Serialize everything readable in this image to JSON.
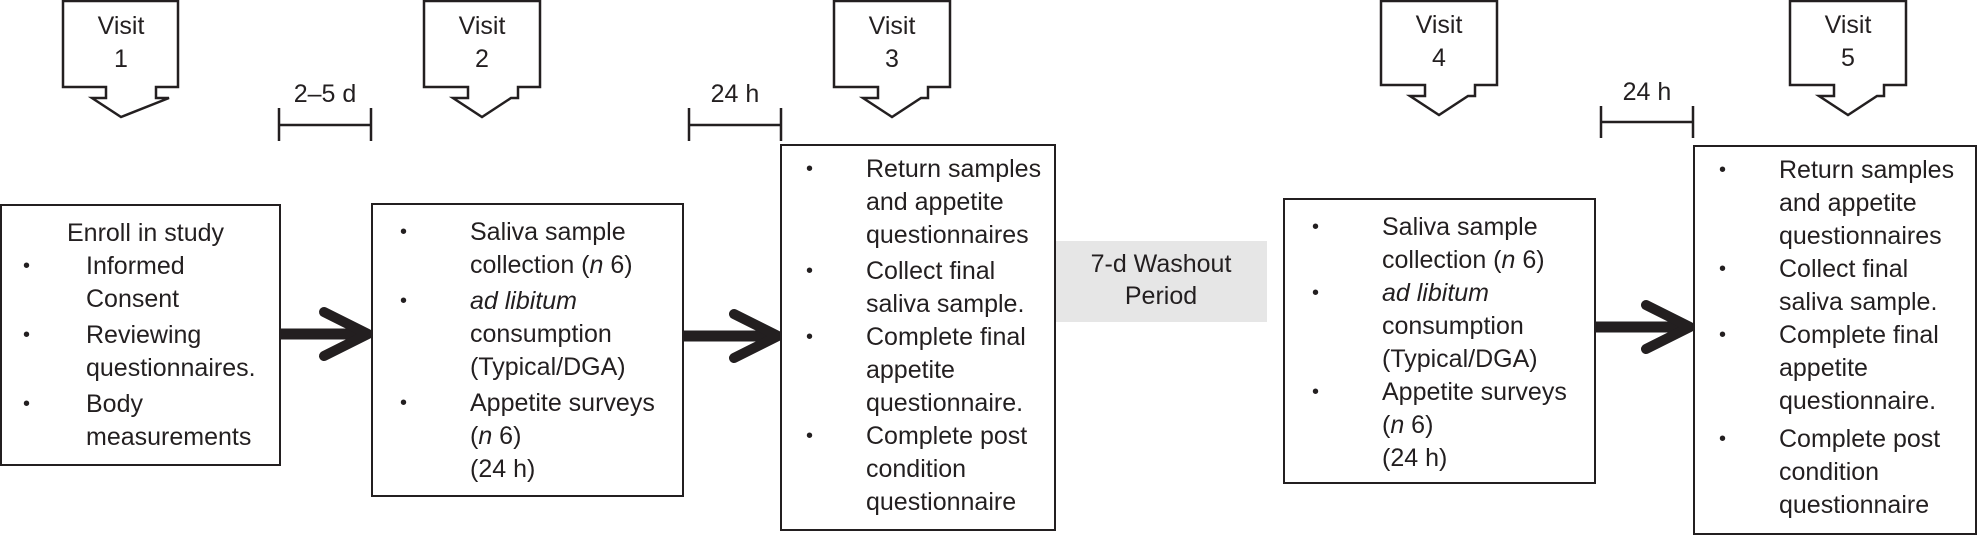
{
  "visits": [
    {
      "label": "Visit",
      "number": "1"
    },
    {
      "label": "Visit",
      "number": "2"
    },
    {
      "label": "Visit",
      "number": "3"
    },
    {
      "label": "Visit",
      "number": "4"
    },
    {
      "label": "Visit",
      "number": "5"
    }
  ],
  "durations": [
    "2–5 d",
    "24 h",
    "24 h"
  ],
  "washout": {
    "line1": "7-d Washout",
    "line2": "Period"
  },
  "box1": {
    "title": "Enroll in study",
    "items": [
      [
        "Informed",
        "Consent"
      ],
      [
        "Reviewing",
        "questionnaires."
      ],
      [
        "Body",
        "measurements"
      ]
    ]
  },
  "box2": {
    "items": [
      {
        "l1": "Saliva sample",
        "l2a": "collection (",
        "l2i": "n",
        "l2b": " 6)"
      },
      {
        "l1i": "ad libitum",
        "l2": "consumption",
        "l3": "(Typical/DGA)"
      },
      {
        "l1": "Appetite surveys",
        "l2a": "(",
        "l2i": "n",
        "l2b": " 6)",
        "l3": "(24 h)"
      }
    ]
  },
  "box3": {
    "items": [
      [
        "Return samples",
        "and appetite",
        "questionnaires"
      ],
      [
        "Collect final",
        "saliva sample."
      ],
      [
        "Complete final",
        "appetite",
        "questionnaire."
      ],
      [
        "Complete post",
        "condition",
        "questionnaire"
      ]
    ]
  },
  "bullet": "•"
}
